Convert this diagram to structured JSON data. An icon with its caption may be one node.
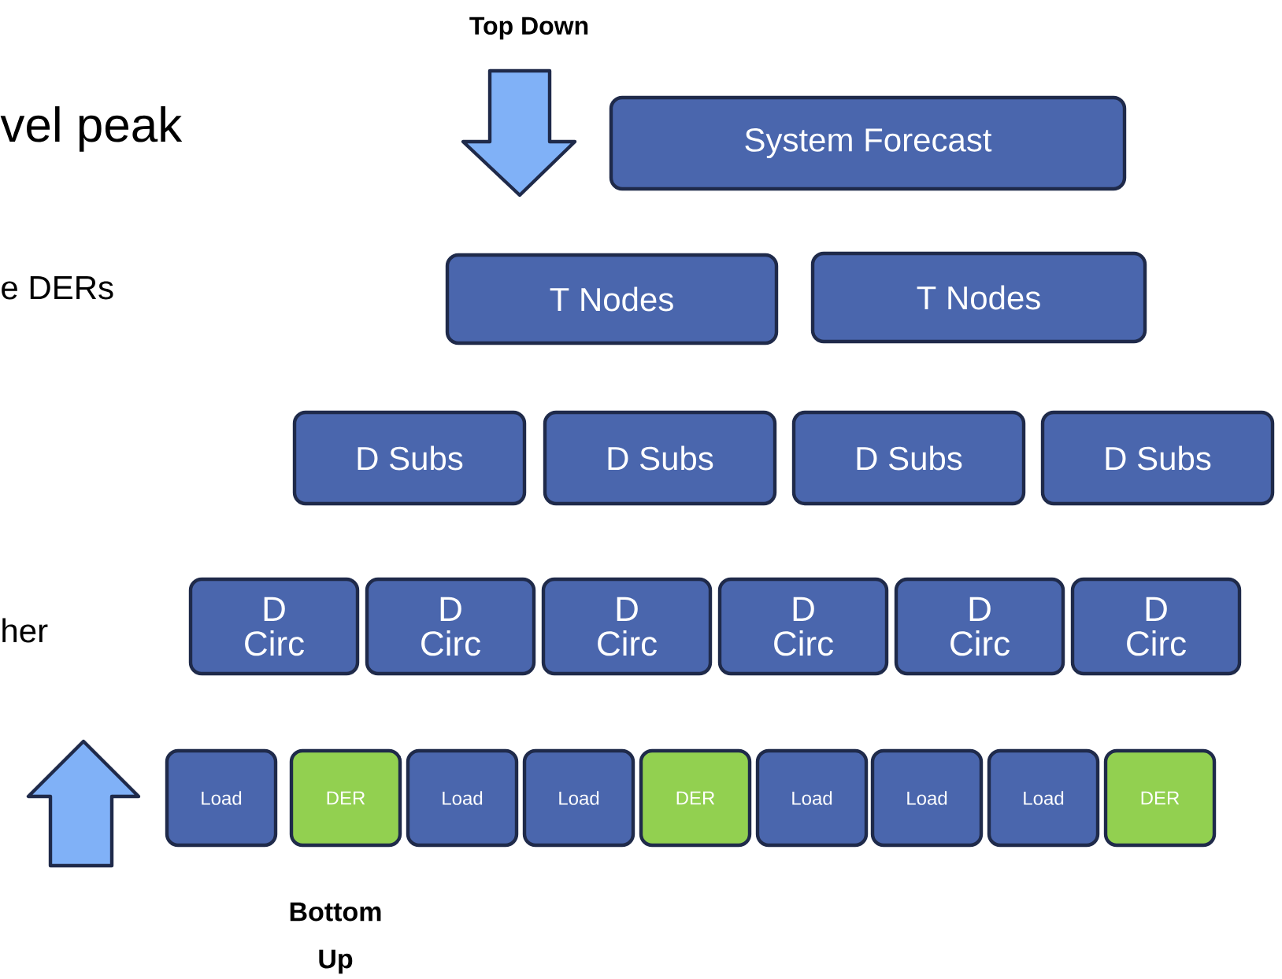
{
  "diagram": {
    "nodes": [
      {
        "text": [
          "System Forecast"
        ]
      },
      {
        "text": [
          "T Nodes"
        ]
      },
      {
        "text": [
          "T Nodes"
        ]
      },
      {
        "text": [
          "D Subs"
        ]
      },
      {
        "text": [
          "D Subs"
        ]
      },
      {
        "text": [
          "D Subs"
        ]
      },
      {
        "text": [
          "D Subs"
        ]
      },
      {
        "text": [
          "D Circ"
        ]
      },
      {
        "text": [
          "D Circ"
        ]
      },
      {
        "text": [
          "D Circ"
        ]
      },
      {
        "text": [
          "D Circ"
        ]
      },
      {
        "text": [
          "D Circ"
        ]
      },
      {
        "text": [
          "D Circ"
        ]
      },
      {
        "text": [
          "Load"
        ]
      },
      {
        "text": [
          "DER"
        ]
      },
      {
        "text": [
          "Load"
        ]
      },
      {
        "text": [
          "Load"
        ]
      },
      {
        "text": [
          "DER"
        ]
      },
      {
        "text": [
          "Load"
        ]
      },
      {
        "text": [
          "Load"
        ]
      },
      {
        "text": [
          "Load"
        ]
      },
      {
        "text": [
          "DER"
        ]
      }
    ],
    "labels": [
      "Top Down",
      "vel peak",
      "e DERs",
      "her",
      "Bottom Up"
    ]
  }
}
